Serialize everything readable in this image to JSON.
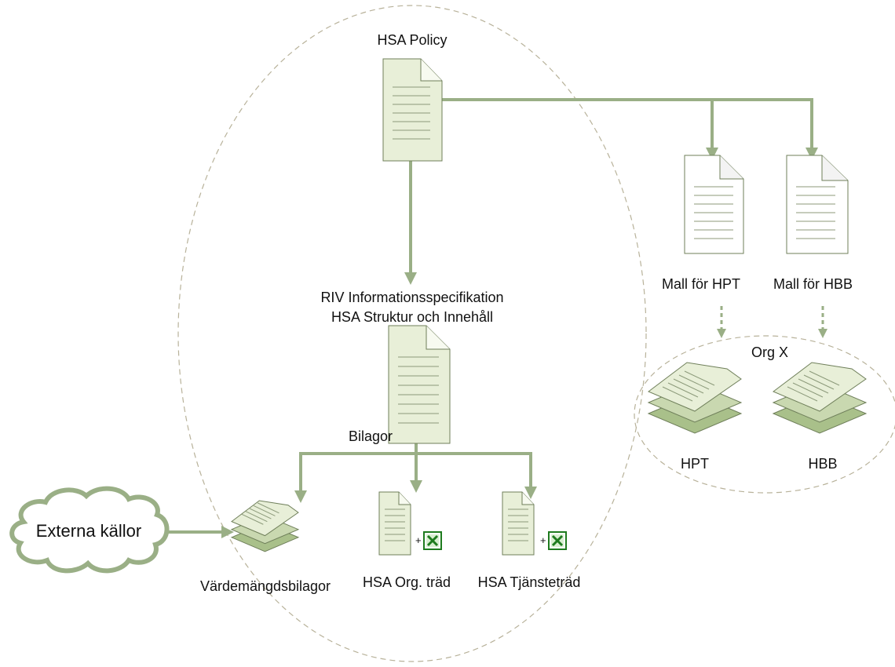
{
  "colors": {
    "arrow": "#9aaf86",
    "ellipse": "#b8b29a",
    "doc_green_fill": "#e8efd8",
    "doc_green_stroke": "#6f7f5a",
    "doc_white_fill": "#ffffff",
    "doc_line": "#8c9a7a",
    "stack_mid": "#c9d8b0",
    "stack_back": "#a9c08a",
    "cloud_stroke": "#9aaf86",
    "excel_green": "#1e7b1e"
  },
  "nodes": {
    "hsa_policy": {
      "label": "HSA Policy",
      "icon": "document-icon"
    },
    "riv_spec": {
      "label_line1": "RIV Informationsspecifikation",
      "label_line2": "HSA Struktur och Innehåll",
      "icon": "document-icon"
    },
    "bilagor": {
      "label": "Bilagor"
    },
    "vardemangdsbilagor": {
      "label": "Värdemängdsbilagor",
      "icon": "document-stack-icon"
    },
    "hsa_org_trad": {
      "label": "HSA Org. träd",
      "icon": "document-icon",
      "attachment": "+"
    },
    "hsa_tjanstetrad": {
      "label": "HSA Tjänsteträd",
      "icon": "document-icon",
      "attachment": "+"
    },
    "externa_kallor": {
      "label": "Externa källor",
      "icon": "cloud-icon"
    },
    "mall_hpt": {
      "label": "Mall för HPT",
      "icon": "document-icon"
    },
    "mall_hbb": {
      "label": "Mall för HBB",
      "icon": "document-icon"
    },
    "org_x": {
      "label": "Org X"
    },
    "hpt": {
      "label": "HPT",
      "icon": "document-stack-icon"
    },
    "hbb": {
      "label": "HBB",
      "icon": "document-stack-icon"
    }
  },
  "edges": [
    {
      "from": "hsa_policy",
      "to": "riv_spec",
      "style": "solid"
    },
    {
      "from": "hsa_policy",
      "to": "mall_hpt",
      "style": "solid"
    },
    {
      "from": "hsa_policy",
      "to": "mall_hbb",
      "style": "solid"
    },
    {
      "from": "riv_spec",
      "to": "vardemangdsbilagor",
      "style": "solid"
    },
    {
      "from": "riv_spec",
      "to": "hsa_org_trad",
      "style": "solid"
    },
    {
      "from": "riv_spec",
      "to": "hsa_tjanstetrad",
      "style": "solid"
    },
    {
      "from": "externa_kallor",
      "to": "vardemangdsbilagor",
      "style": "solid"
    },
    {
      "from": "mall_hpt",
      "to": "hpt",
      "style": "dashed"
    },
    {
      "from": "mall_hbb",
      "to": "hbb",
      "style": "dashed"
    }
  ]
}
